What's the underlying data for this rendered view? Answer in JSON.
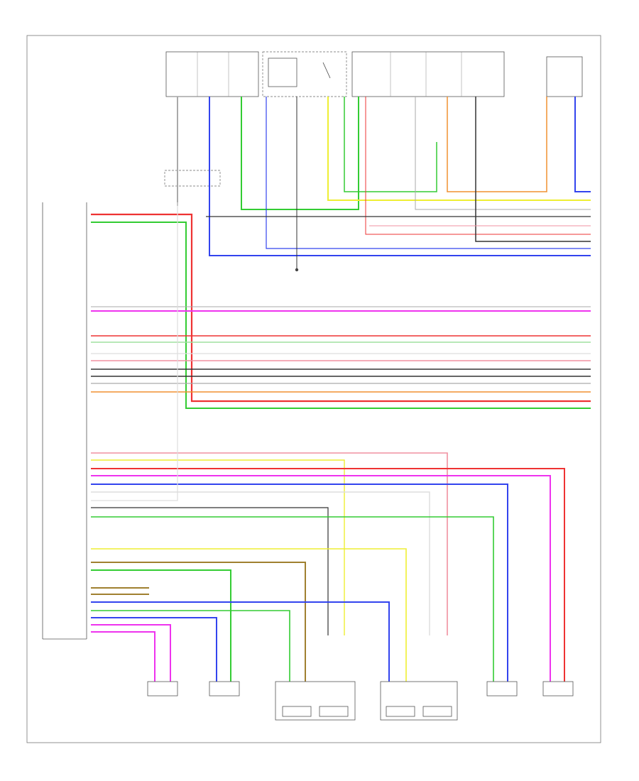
{
  "diagram": {
    "corner_code": "",
    "module_label": "",
    "top_components": [
      {
        "id": "c1",
        "label": ""
      },
      {
        "id": "c2",
        "label": ""
      },
      {
        "id": "c3",
        "label": ""
      },
      {
        "id": "c4",
        "label": ""
      },
      {
        "id": "c5",
        "label": ""
      },
      {
        "id": "c6",
        "label": ""
      },
      {
        "id": "c7",
        "label": ""
      },
      {
        "id": "c8",
        "label": ""
      },
      {
        "id": "c9",
        "label": ""
      }
    ],
    "bottom_components": [
      {
        "id": "b1",
        "label": ""
      },
      {
        "id": "b2",
        "label": ""
      },
      {
        "id": "b3",
        "label": ""
      },
      {
        "id": "b4",
        "label": ""
      },
      {
        "id": "b5",
        "label": ""
      },
      {
        "id": "b6",
        "label": ""
      }
    ],
    "wire_colors": {
      "red": "#ee3333",
      "green": "#33cc33",
      "blue": "#3344ee",
      "magenta": "#ee33ee",
      "pink": "#f090a0",
      "yellow": "#eeee33",
      "orange": "#f09030",
      "black": "#333333",
      "gray": "#aaaaaa",
      "brown": "#a08030",
      "lightgreen": "#a0e0a0",
      "white": "#dddddd"
    }
  }
}
